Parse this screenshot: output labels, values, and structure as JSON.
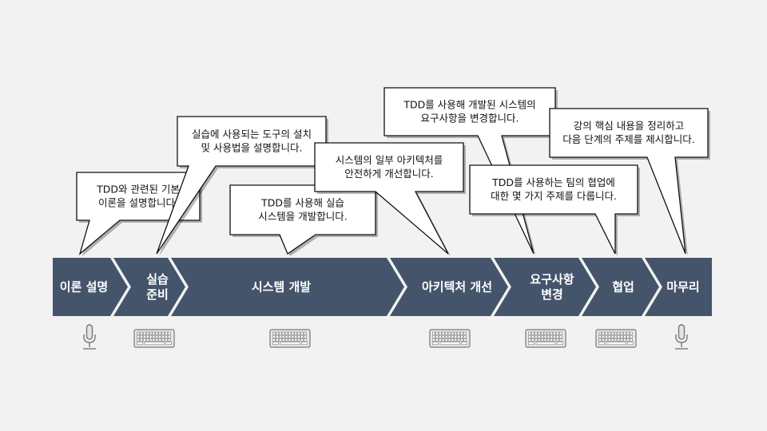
{
  "colors": {
    "background": "#f2f2f2",
    "chevron_fill": "#44546a",
    "chevron_text": "#ffffff",
    "bubble_fill": "#ffffff",
    "bubble_stroke": "#111111",
    "icon_stroke": "#777777"
  },
  "stages": [
    {
      "lines": [
        "이론 설명"
      ],
      "icon": "microphone-icon"
    },
    {
      "lines": [
        "실습",
        "준비"
      ],
      "icon": "keyboard-icon"
    },
    {
      "lines": [
        "시스템 개발"
      ],
      "icon": "keyboard-icon"
    },
    {
      "lines": [
        "아키텍처 개선"
      ],
      "icon": "keyboard-icon"
    },
    {
      "lines": [
        "요구사항",
        "변경"
      ],
      "icon": "keyboard-icon"
    },
    {
      "lines": [
        "협업"
      ],
      "icon": "keyboard-icon"
    },
    {
      "lines": [
        "마무리"
      ],
      "icon": "microphone-icon"
    }
  ],
  "callouts": [
    {
      "stage": 0,
      "lines": [
        "TDD와 관련된 기본",
        "이론을 설명합니다."
      ]
    },
    {
      "stage": 1,
      "lines": [
        "실습에 사용되는 도구의 설치",
        "및 사용법을 설명합니다."
      ]
    },
    {
      "stage": 2,
      "lines": [
        "TDD를 사용해 실습",
        "시스템을 개발합니다."
      ]
    },
    {
      "stage": 3,
      "lines": [
        "시스템의 일부 아키텍처를",
        "안전하게 개선합니다."
      ]
    },
    {
      "stage": 4,
      "lines": [
        "TDD를 사용해 개발된 시스템의",
        "요구사항을 변경합니다."
      ]
    },
    {
      "stage": 5,
      "lines": [
        "TDD를 사용하는 팀의 협업에",
        "대한 몇 가지 주제를 다룹니다."
      ]
    },
    {
      "stage": 6,
      "lines": [
        "강의 핵심 내용을 정리하고",
        "다음 단계의 주제를 제시합니다."
      ]
    }
  ]
}
